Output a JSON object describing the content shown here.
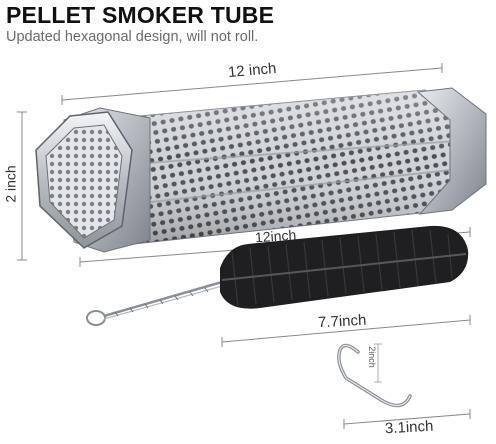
{
  "header": {
    "title": "PELLET SMOKER TUBE",
    "subtitle": "Updated hexagonal design, will not roll."
  },
  "dimensions": {
    "tube_length_top": "12 inch",
    "tube_height": "2 inch",
    "tube_length_middle": "12inch",
    "brush_length": "7.7inch",
    "hook_height": "2inch",
    "hook_width": "3.1inch"
  }
}
